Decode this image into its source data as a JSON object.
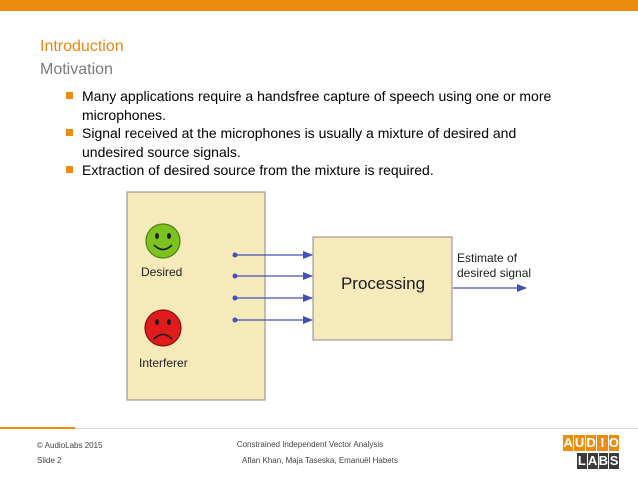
{
  "slide": {
    "title": "Introduction",
    "subtitle": "Motivation",
    "bullets": [
      {
        "line1": "Many applications require a handsfree capture of speech using one or more",
        "line2": "microphones."
      },
      {
        "line1": "Signal received at the microphones is usually a mixture of desired and",
        "line2": "undesired source signals."
      },
      {
        "line1": "Extraction of desired source from the mixture is required.",
        "line2": ""
      }
    ]
  },
  "diagram": {
    "desired_label": "Desired",
    "interferer_label": "Interferer",
    "processing_label": "Processing",
    "output_label_line1": "Estimate of",
    "output_label_line2": "desired signal",
    "box_fill": "#f6eaba",
    "face_desired_color": "#7cc31e",
    "face_interferer_color": "#e01b1b",
    "arrow_color": "#4350b8"
  },
  "footer": {
    "copyright": "© AudioLabs 2015",
    "slide_number": "Slide 2",
    "talk_title": "Constrained Independent Vector Analysis",
    "authors": "Aflan Khan, Maja Taseska, Emanuël Habets",
    "logo_top": [
      "A",
      "U",
      "D",
      "I",
      "O"
    ],
    "logo_bottom": [
      "L",
      "A",
      "B",
      "S"
    ]
  }
}
